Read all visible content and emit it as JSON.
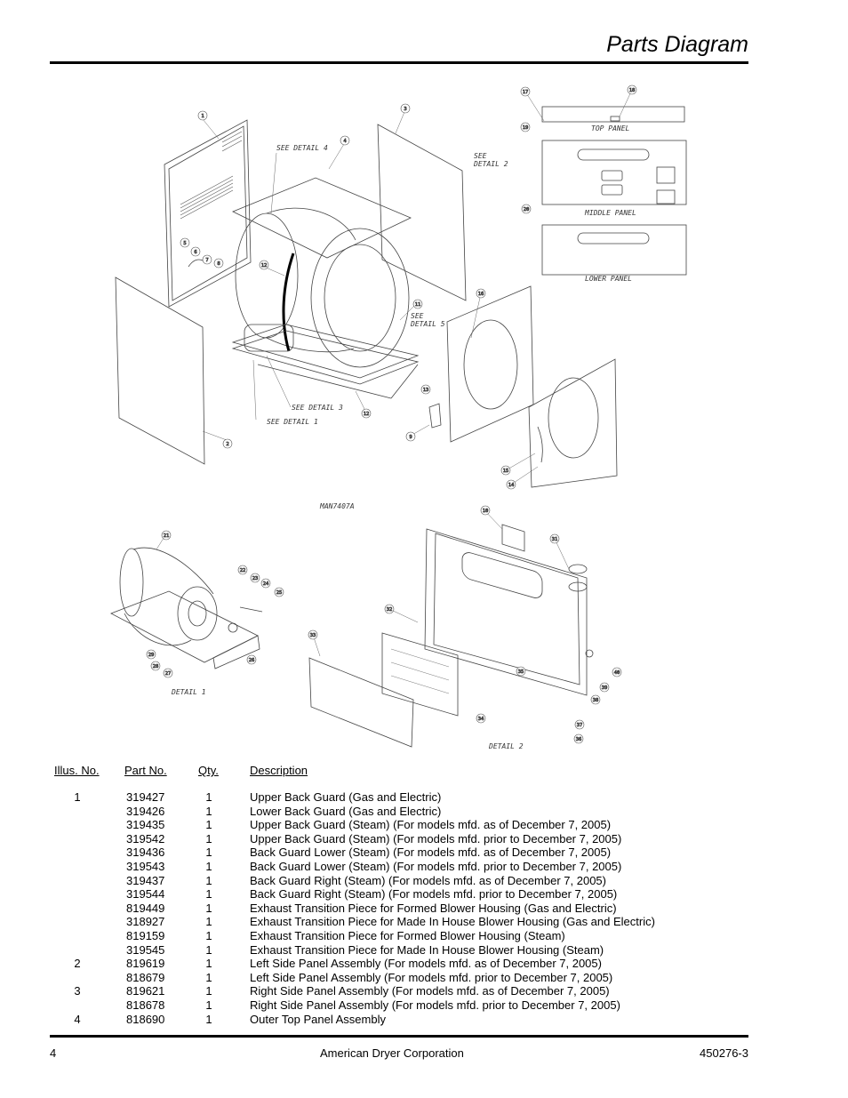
{
  "header": {
    "title": "Parts Diagram"
  },
  "diagram": {
    "labels": {
      "top_panel": "TOP PANEL",
      "middle_panel": "MIDDLE PANEL",
      "lower_panel": "LOWER PANEL",
      "see_detail_4": "SEE DETAIL 4",
      "see_detail_2a": "SEE",
      "see_detail_2b": "DETAIL 2",
      "see_detail_5a": "SEE",
      "see_detail_5b": "DETAIL 5",
      "see_detail_3": "SEE DETAIL 3",
      "see_detail_1": "SEE DETAIL 1",
      "drawing_no": "MAN7407A",
      "detail_1": "DETAIL 1",
      "detail_2": "DETAIL 2"
    },
    "callouts": [
      "1",
      "2",
      "3",
      "4",
      "5",
      "6",
      "7",
      "8",
      "9",
      "10",
      "11",
      "12",
      "13",
      "14",
      "15",
      "16",
      "17",
      "18",
      "19",
      "20",
      "21",
      "22",
      "23",
      "24",
      "25",
      "26",
      "27",
      "28",
      "29",
      "30",
      "31",
      "32",
      "33",
      "34",
      "35",
      "36",
      "37",
      "38",
      "39",
      "40"
    ]
  },
  "parts_table": {
    "headers": {
      "illus": "Illus. No.",
      "part": "Part No.",
      "qty": "Qty.",
      "desc": "Description"
    },
    "rows": [
      {
        "illus": "1",
        "part": "319427",
        "qty": "1",
        "desc": "Upper Back Guard (Gas and Electric)"
      },
      {
        "illus": "",
        "part": "319426",
        "qty": "1",
        "desc": "Lower Back Guard (Gas and Electric)"
      },
      {
        "illus": "",
        "part": "319435",
        "qty": "1",
        "desc": "Upper Back Guard (Steam) (For models mfd. as of December 7, 2005)"
      },
      {
        "illus": "",
        "part": "319542",
        "qty": "1",
        "desc": "Upper Back Guard (Steam) (For models mfd. prior to December 7, 2005)"
      },
      {
        "illus": "",
        "part": "319436",
        "qty": "1",
        "desc": "Back Guard Lower (Steam) (For models mfd. as of December 7, 2005)"
      },
      {
        "illus": "",
        "part": "319543",
        "qty": "1",
        "desc": "Back Guard Lower (Steam) (For models mfd. prior to December 7, 2005)"
      },
      {
        "illus": "",
        "part": "319437",
        "qty": "1",
        "desc": "Back Guard Right (Steam) (For models mfd. as of December 7, 2005)"
      },
      {
        "illus": "",
        "part": "319544",
        "qty": "1",
        "desc": "Back Guard Right (Steam) (For models mfd. prior to December 7, 2005)"
      },
      {
        "illus": "",
        "part": "819449",
        "qty": "1",
        "desc": "Exhaust Transition Piece for Formed Blower Housing (Gas and Electric)"
      },
      {
        "illus": "",
        "part": "318927",
        "qty": "1",
        "desc": "Exhaust Transition Piece for Made In House Blower Housing (Gas and Electric)"
      },
      {
        "illus": "",
        "part": "819159",
        "qty": "1",
        "desc": "Exhaust Transition Piece for Formed Blower Housing (Steam)"
      },
      {
        "illus": "",
        "part": "319545",
        "qty": "1",
        "desc": "Exhaust Transition Piece for Made In House Blower Housing (Steam)"
      },
      {
        "illus": "2",
        "part": "819619",
        "qty": "1",
        "desc": "Left Side Panel Assembly (For models mfd. as of December 7, 2005)"
      },
      {
        "illus": "",
        "part": "818679",
        "qty": "1",
        "desc": "Left Side Panel Assembly (For models mfd. prior to December 7, 2005)"
      },
      {
        "illus": "3",
        "part": "819621",
        "qty": "1",
        "desc": "Right Side Panel Assembly (For models mfd. as of December 7, 2005)"
      },
      {
        "illus": "",
        "part": "818678",
        "qty": "1",
        "desc": "Right Side Panel Assembly (For models mfd. prior to December 7, 2005)"
      },
      {
        "illus": "4",
        "part": "818690",
        "qty": "1",
        "desc": "Outer Top Panel Assembly"
      }
    ]
  },
  "footer": {
    "page": "4",
    "company": "American Dryer Corporation",
    "doc_no": "450276-3"
  }
}
